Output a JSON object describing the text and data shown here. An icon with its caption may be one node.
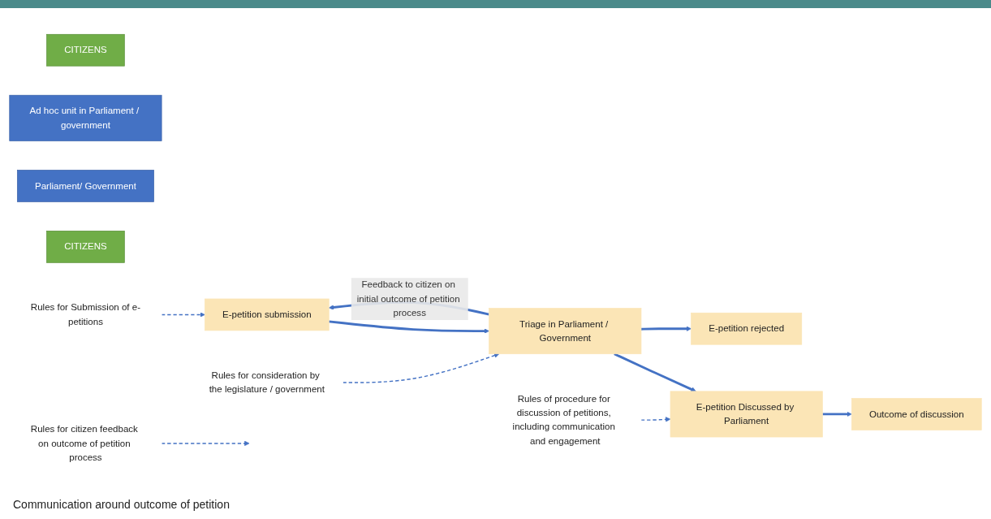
{
  "diagram": {
    "nodes": [
      {
        "text": [
          "CITIZENS"
        ]
      },
      {
        "text": [
          "Ad hoc unit in Parliament / government"
        ]
      },
      {
        "text": [
          "Parliament/ Government"
        ]
      },
      {
        "text": [
          "E-petition submission"
        ]
      },
      {
        "text": [
          "Triage in Parliament / Government"
        ]
      },
      {
        "text": [
          "E-petition Discussed by Parliament"
        ]
      },
      {
        "text": [
          "Outcome of discussion"
        ]
      },
      {
        "text": [
          "E-petition rejected"
        ]
      },
      {
        "text": [
          "CITIZENS"
        ]
      },
      {
        "text": [
          "Rules for Submission of e-petitions"
        ]
      },
      {
        "text": [
          "Rules for citizen feedback on outcome of petition process"
        ]
      },
      {
        "text": [
          "Rules for consideration by the legislature / government"
        ]
      },
      {
        "text": [
          "Rules of procedure for discussion of petitions, including communication and engagement"
        ]
      }
    ],
    "edges": [
      {
        "from": 3,
        "to": 4,
        "arrow": "to"
      },
      {
        "from": 4,
        "to": 3,
        "arrow": "to",
        "label": "Feedback to citizen on initial outcome of petition process"
      },
      {
        "from": 4,
        "to": 5,
        "arrow": "to"
      },
      {
        "from": 4,
        "to": 7,
        "arrow": "to"
      },
      {
        "from": 5,
        "to": 6,
        "arrow": "to"
      },
      {
        "from": 9,
        "to": 3,
        "arrow": "to",
        "style": "dashed"
      },
      {
        "from": 10,
        "to": null,
        "arrow": "to",
        "style": "dashed"
      },
      {
        "from": 11,
        "to": 4,
        "arrow": "to",
        "style": "dashed"
      },
      {
        "from": 12,
        "to": 5,
        "arrow": "to",
        "style": "dashed"
      }
    ],
    "labels": [
      "Communication around outcome of petition"
    ]
  }
}
